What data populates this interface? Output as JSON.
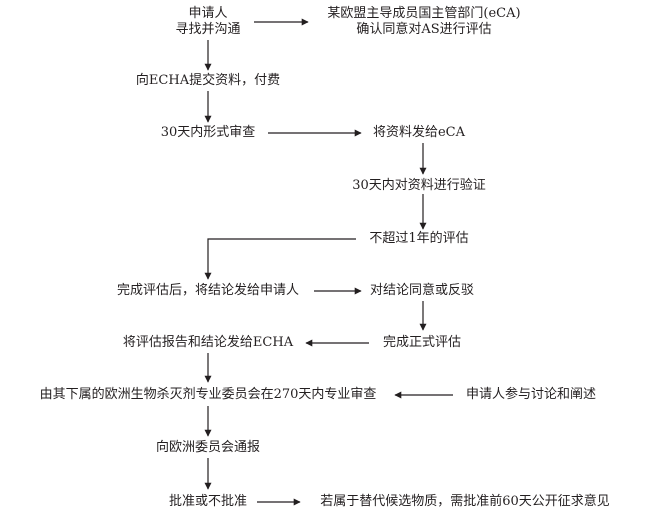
{
  "nodes": {
    "applicant_line1": "申请人",
    "applicant_line2": "寻找并沟通",
    "eca_line1": "某欧盟主导成员国主管部门(eCA)",
    "eca_line2": "确认同意对AS进行评估",
    "submit": "向ECHA提交资料，付费",
    "formal_check": "30天内形式审查",
    "send_eca": "将资料发给eCA",
    "verify": "30天内对资料进行验证",
    "assess_limit": "不超过1年的评估",
    "send_conclusion": "完成评估后，将结论发给申请人",
    "agree_refute": "对结论同意或反驳",
    "formal_assess": "完成正式评估",
    "send_report": "将评估报告和结论发给ECHA",
    "committee_review": "由其下属的欧洲生物杀灭剂专业委员会在270天内专业审查",
    "applicant_discuss": "申请人参与讨论和阐述",
    "notify_ec": "向欧洲委员会通报",
    "approve": "批准或不批准",
    "substitution_note": "若属于替代候选物质，需批准前60天公开征求意见"
  }
}
